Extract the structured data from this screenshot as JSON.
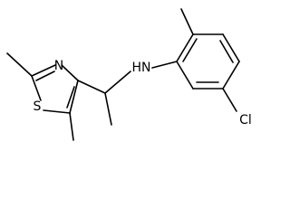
{
  "molecule": {
    "atoms": {
      "sulfur": "S",
      "nitrogen": "N",
      "amine": "HN",
      "chlorine": "Cl"
    }
  }
}
